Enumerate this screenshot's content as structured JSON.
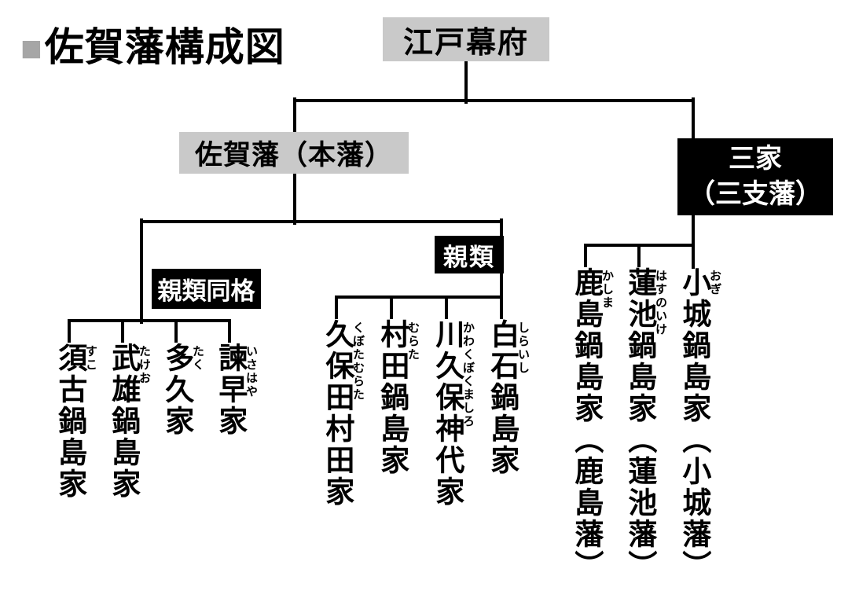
{
  "title": {
    "marker": "■",
    "text": "佐賀藩構成図"
  },
  "nodes": {
    "shogunate": "江戸幕府",
    "main_domain": "佐賀藩（本藩）",
    "three_houses": {
      "line1": "三家",
      "line2": "（三支藩）"
    }
  },
  "groups": {
    "shinrui_dokaku": {
      "label": "親類同格",
      "families": [
        {
          "name": "須古鍋島家",
          "furigana": "すこ"
        },
        {
          "name": "武雄鍋島家",
          "furigana": "たけお"
        },
        {
          "name": "多久家",
          "furigana": "たく"
        },
        {
          "name": "諫早家",
          "furigana": "いさはや"
        }
      ]
    },
    "shinrui": {
      "label": "親類",
      "families": [
        {
          "name": "久保田村田家",
          "furigana": "くぼたむらた"
        },
        {
          "name": "村田鍋島家",
          "furigana": "むらた"
        },
        {
          "name": "川久保神代家",
          "furigana": "かわくぼくましろ"
        },
        {
          "name": "白石鍋島家",
          "furigana": "しらいし"
        }
      ]
    },
    "sanke": {
      "families": [
        {
          "name": "鹿島鍋島家（鹿島藩）",
          "furigana": "かしま"
        },
        {
          "name": "蓮池鍋島家（蓮池藩）",
          "furigana": "はすのいけ"
        },
        {
          "name": "小城鍋島家（小城藩）",
          "furigana": "おぎ"
        }
      ]
    }
  },
  "colors": {
    "box_gray": "#c9c9c9",
    "box_black": "#000000",
    "line": "#000000",
    "marker_gray": "#a6a6a6"
  }
}
